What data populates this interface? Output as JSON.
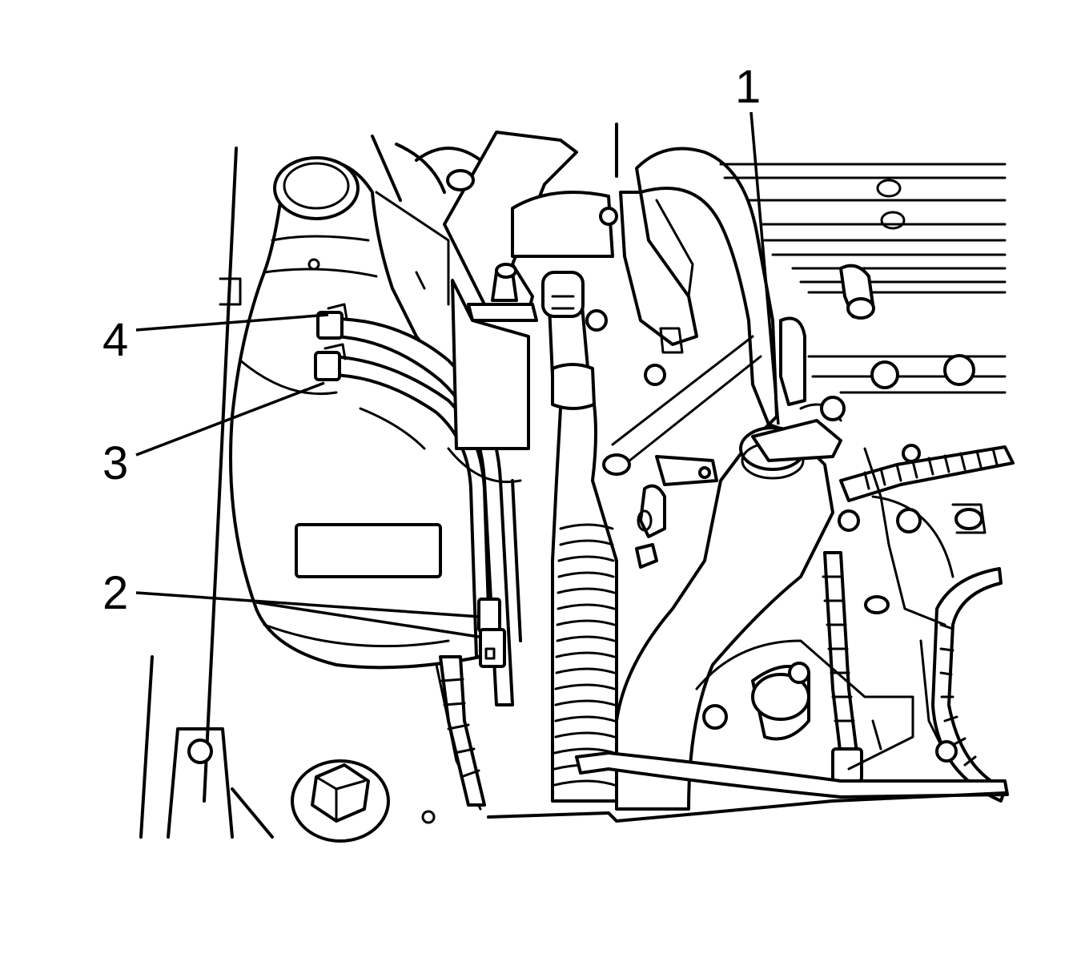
{
  "callouts": [
    {
      "id": "c1",
      "label": "1"
    },
    {
      "id": "c2",
      "label": "2"
    },
    {
      "id": "c3",
      "label": "3"
    },
    {
      "id": "c4",
      "label": "4"
    }
  ],
  "colors": {
    "line": "#000000",
    "background": "#ffffff"
  }
}
